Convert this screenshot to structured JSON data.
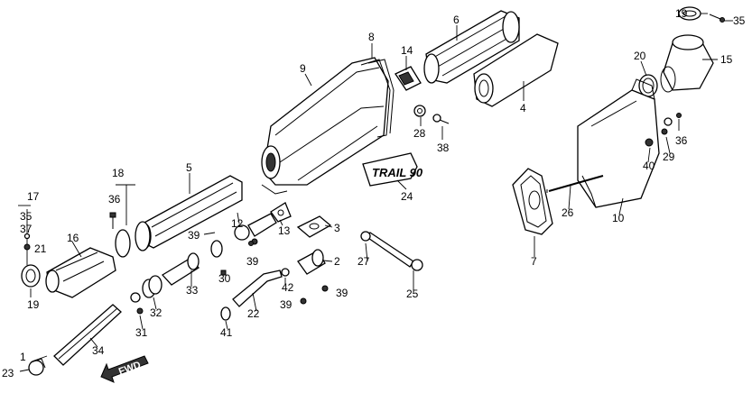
{
  "callouts": {
    "n1": "1",
    "n2": "2",
    "n3": "3",
    "n4": "4",
    "n5": "5",
    "n6": "6",
    "n7": "7",
    "n8": "8",
    "n9": "9",
    "n10": "10",
    "n12": "12",
    "n13": "13",
    "n14": "14",
    "n15": "15",
    "n16": "16",
    "n17": "17",
    "n18": "18",
    "n19a": "19",
    "n19b": "19",
    "n20": "20",
    "n21": "21",
    "n22": "22",
    "n23": "23",
    "n24": "24",
    "n25": "25",
    "n26": "26",
    "n27": "27",
    "n28": "28",
    "n29": "29",
    "n30": "30",
    "n31": "31",
    "n32": "32",
    "n33": "33",
    "n34": "34",
    "n35a": "35",
    "n35b": "35",
    "n36a": "36",
    "n36b": "36",
    "n37": "37",
    "n38": "38",
    "n39a": "39",
    "n39b": "39",
    "n39c": "39",
    "n39d": "39",
    "n40": "40",
    "n41": "41",
    "n42": "42"
  },
  "direction_label": "FWD",
  "logo_text": "TRAIL 90"
}
